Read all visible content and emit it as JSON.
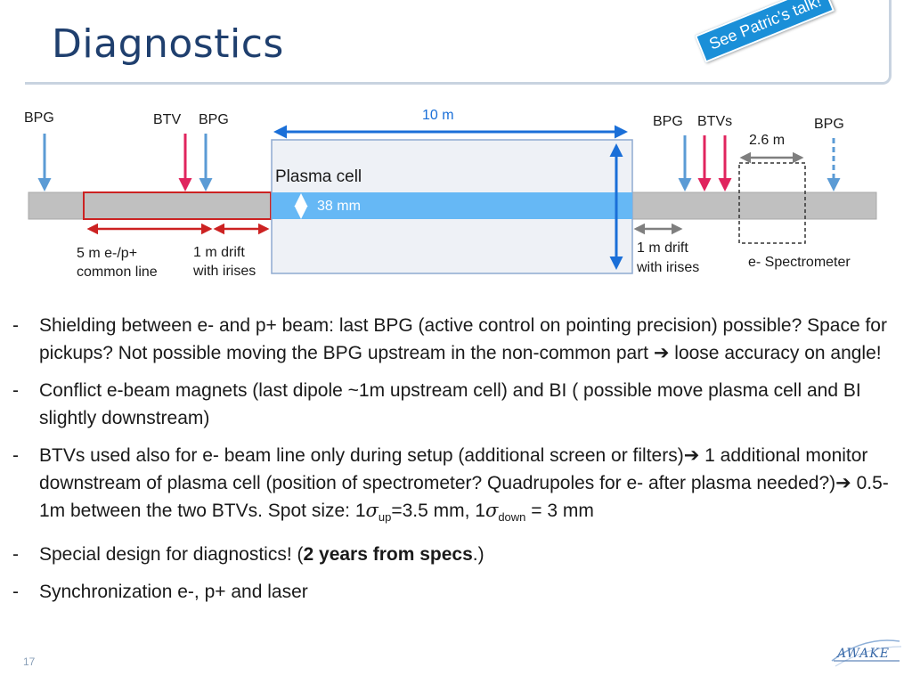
{
  "slide": {
    "title": "Diagnostics",
    "callout": "See Patric’s talk!",
    "page_number": "17"
  },
  "diagram": {
    "labels": {
      "bpg_1": "BPG",
      "btv_1": "BTV",
      "bpg_2": "BPG",
      "length_10m": "10 m",
      "bpg_3": "BPG",
      "btvs": "BTVs",
      "bpg_4": "BPG",
      "length_2_6m": "2.6 m",
      "plasma_cell": "Plasma cell",
      "diameter_38mm": "38 mm",
      "common_line_1": "5 m e-/p+",
      "common_line_2": "common line",
      "drift_left_1": "1 m drift",
      "drift_left_2": "with irises",
      "drift_right_1": "1 m drift",
      "drift_right_2": "with irises",
      "spectrometer": "e- Spectrometer"
    },
    "colors": {
      "bpg_arrow": "#5b9bd5",
      "btv_arrow": "#e0245e",
      "dimension_blue": "#1a6fd8",
      "common_line_red": "#cc2222",
      "drift_grey": "#7f7f7f",
      "beamline": "#c0c0c0",
      "plasma_channel": "#66b8f5"
    }
  },
  "bullets": {
    "b1": {
      "dash": "-",
      "text1": "Shielding between e- and p+ beam: last BPG (active control on pointing precision) possible?  Space for pickups? Not possible moving the BPG upstream in the non-common part ",
      "arrow": "➔",
      "text2": " loose accuracy on angle!"
    },
    "b2": {
      "dash": "-",
      "text": "Conflict e-beam magnets (last dipole ~1m upstream cell) and BI ( possible move plasma cell and BI slightly downstream)"
    },
    "b3": {
      "dash": "-",
      "text1": "BTVs used also for e- beam line only during setup (additional screen or filters)",
      "arrow1": "➔",
      "text2": " 1 additional monitor downstream of plasma cell (position of spectrometer? Quadrupoles for e- after plasma needed?)",
      "arrow2": "➔",
      "text3": " 0.5-1m between the two BTVs. Spot size: 1",
      "sigma1": "σ",
      "sub1": "up",
      "text4": "=3.5 mm, 1",
      "sigma2": "σ",
      "sub2": "down",
      "text5": " = 3 mm"
    },
    "b4": {
      "dash": "-",
      "text1": "Special design for diagnostics! (",
      "bold": "2 years from specs",
      "text2": ".)"
    },
    "b5": {
      "dash": "-",
      "text": "Synchronization e-, p+ and laser"
    }
  },
  "logo": {
    "name": "AWAKE"
  }
}
